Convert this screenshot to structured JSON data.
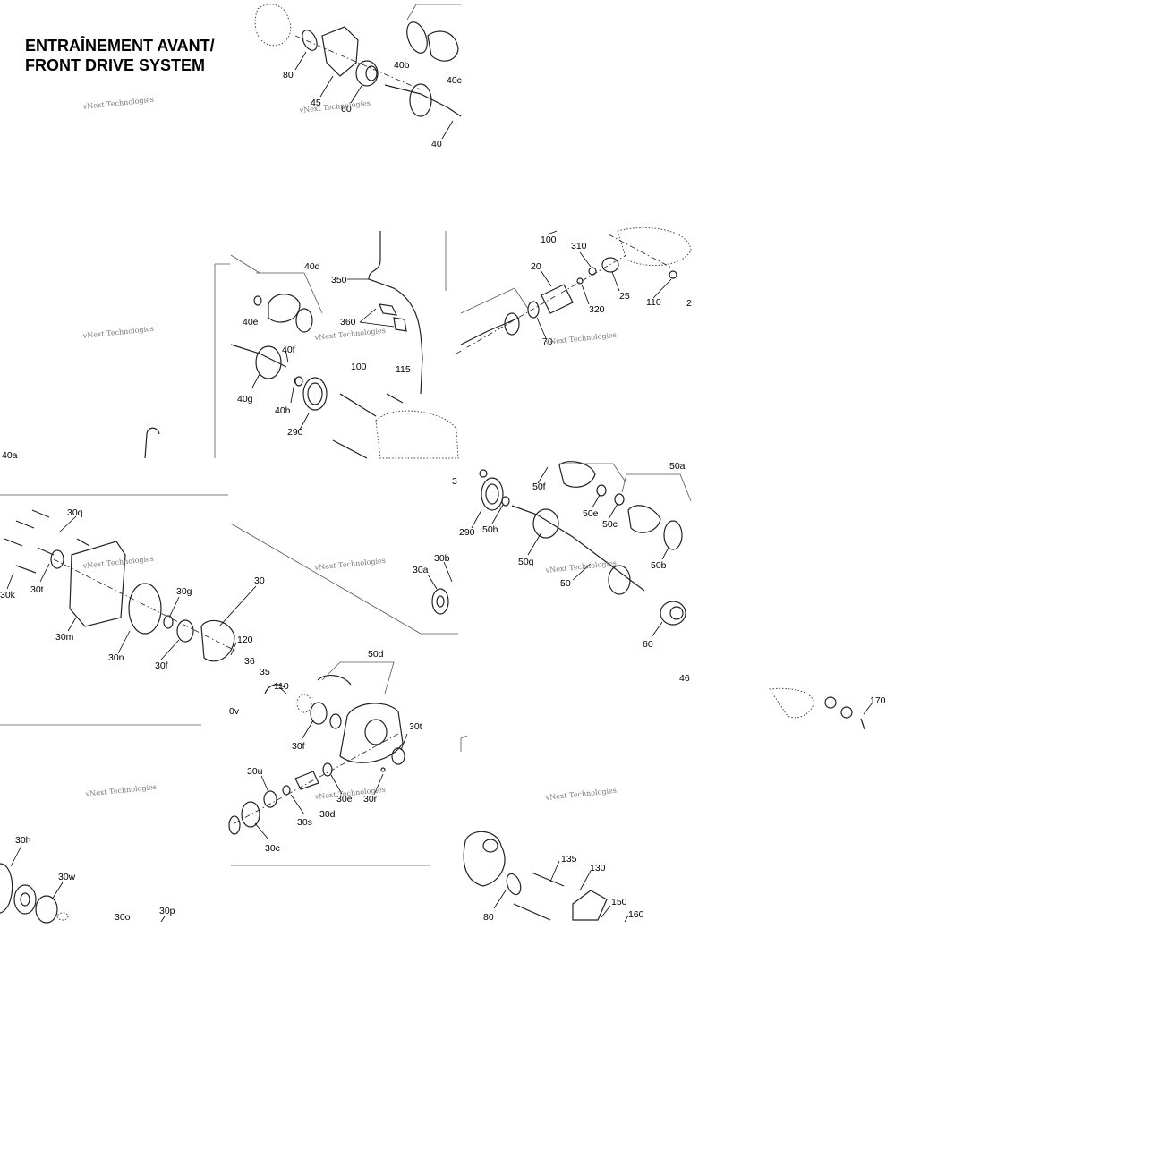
{
  "title": {
    "line1": "ENTRAÎNEMENT AVANT/",
    "line2": "FRONT DRIVE SYSTEM"
  },
  "watermark": "vNext Technologies",
  "callouts": {
    "c80a": "80",
    "c45": "45",
    "c60a": "60",
    "c40b": "40b",
    "c40c": "40c",
    "c40": "40",
    "c40a": "40a",
    "c40d": "40d",
    "c350": "350",
    "c40e": "40e",
    "c360": "360",
    "c40f": "40f",
    "c100a": "100",
    "c115": "115",
    "c40g": "40g",
    "c40h": "40h",
    "c290a": "290",
    "c100b": "100",
    "c310": "310",
    "c20": "20",
    "c320": "320",
    "c25": "25",
    "c110a": "110",
    "c2": "2",
    "c70": "70",
    "c30q": "30q",
    "c30t1": "30t",
    "c30k": "30k",
    "c30m": "30m",
    "c30n": "30n",
    "c30g": "30g",
    "c30f1": "30f",
    "c30": "30",
    "c120": "120",
    "c36": "36",
    "c35": "35",
    "c0v": "0v",
    "c30a": "30a",
    "c30b": "30b",
    "c3": "3",
    "c50f": "50f",
    "c290b": "290",
    "c50h": "50h",
    "c50e": "50e",
    "c50c": "50c",
    "c50a": "50a",
    "c50g": "50g",
    "c50": "50",
    "c50b": "50b",
    "c60b": "60",
    "c46": "46",
    "c50d": "50d",
    "c110b": "110",
    "c30f2": "30f",
    "c30t2": "30t",
    "c30u": "30u",
    "c30e": "30e",
    "c30r": "30r",
    "c30s": "30s",
    "c30d": "30d",
    "c30c": "30c",
    "c30h": "30h",
    "c30w": "30w",
    "c30o": "30o",
    "c30p": "30p",
    "c135": "135",
    "c130": "130",
    "c80b": "80",
    "c150": "150",
    "c160": "160",
    "c170": "170"
  }
}
